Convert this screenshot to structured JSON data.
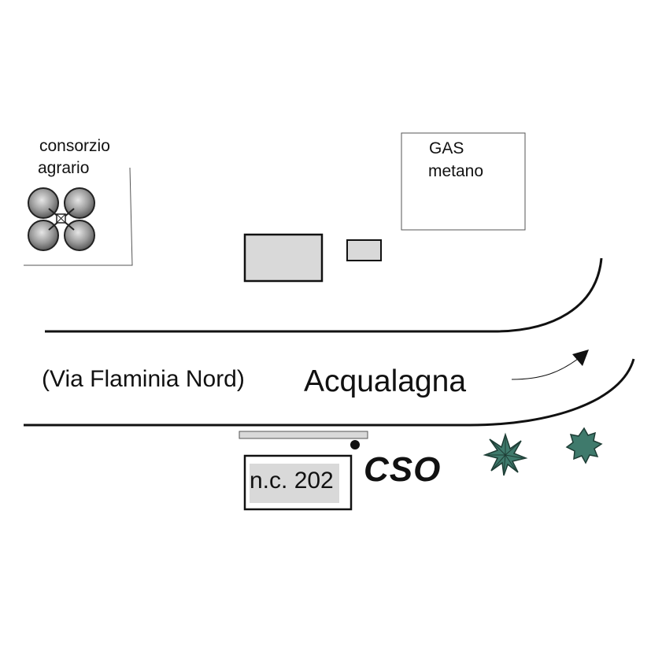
{
  "map": {
    "consorzio": {
      "line1": "consorzio",
      "line2": "agrario",
      "icon": "silo-cluster-icon"
    },
    "gas": {
      "line1": "GAS",
      "line2": "metano"
    },
    "street": {
      "name": "(Via Flaminia Nord)"
    },
    "town": {
      "name": "Acqualagna",
      "direction_icon": "arrow-icon"
    },
    "building": {
      "label": "n.c. 202"
    },
    "cso": {
      "label": "CSO",
      "marker_icon": "location-dot-icon"
    },
    "trees": [
      "tree-icon",
      "tree-icon"
    ],
    "colors": {
      "lines": "#111111",
      "building_fill": "#d9d9d9",
      "tree_fill": "#3f7a6c",
      "silo_fill": "#8a8a8a"
    }
  }
}
